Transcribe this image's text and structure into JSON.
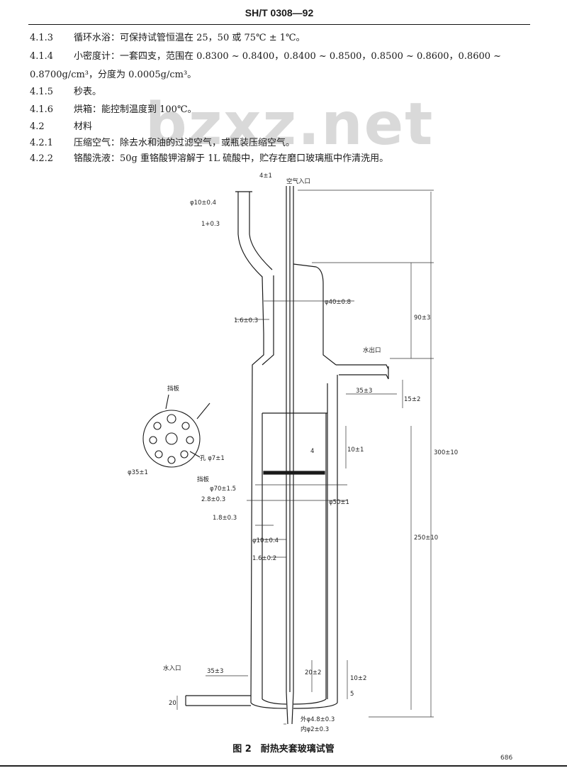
{
  "header": {
    "standard_code": "SH/T 0308—92"
  },
  "watermark": "bzxz.net",
  "paragraphs": [
    {
      "num": "4.1.3",
      "text": "循环水浴：可保持试管恒温在 25，50 或 75℃ ± 1℃。"
    },
    {
      "num": "4.1.4",
      "text": "小密度计：一套四支，范围在 0.8300 ~ 0.8400，0.8400 ~ 0.8500，0.8500 ~ 0.8600，0.8600 ~"
    },
    {
      "num": "",
      "text": "0.8700g/cm³，分度为 0.0005g/cm³。"
    },
    {
      "num": "4.1.5",
      "text": "秒表。"
    },
    {
      "num": "4.1.6",
      "text": "烘箱：能控制温度到 100℃。"
    },
    {
      "num": "4.2",
      "text": "材料"
    },
    {
      "num": "4.2.1",
      "text": "压缩空气：除去水和油的过滤空气，或瓶装压缩空气。"
    },
    {
      "num": "4.2.2",
      "text": "铬酸洗液：50g 重铬酸钾溶解于 1L 硫酸中，贮存在磨口玻璃瓶中作清洗用。"
    }
  ],
  "figure": {
    "labels": {
      "air_inlet": "空气入口",
      "top_width": "4±1",
      "phi10": "φ10±0.4",
      "wall_1": "1+0.3",
      "phi40": "φ40±0.8",
      "wall_16": "1.6±0.3",
      "dim_90": "90±3",
      "water_outlet": "水出口",
      "dim_35a": "35±3",
      "dim_15": "15±2",
      "dim_4": "4",
      "dim_10": "10±1",
      "baffle_word": "挡板",
      "plate_label": "挡板",
      "hole_label": "孔 φ7±1",
      "circle_label": "φ35±1",
      "phi70": "φ70±1.5",
      "phi50": "φ50±1",
      "wall_28": "2.8±0.3",
      "wall_18": "1.8±0.3",
      "phi10b": "φ10±0.4",
      "wall_16b": "1.6±0.2",
      "dim_300": "300±10",
      "dim_250": "250±10",
      "water_inlet": "水入口",
      "dim_35b": "35±3",
      "dim_20": "20±2",
      "dim_10b": "10±2",
      "dim_5": "5",
      "dim_20b": "20",
      "outer_phi": "外φ4.8±0.3",
      "inner_phi": "内φ2±0.3"
    }
  },
  "caption": "图 2　耐热夹套玻璃试管",
  "page_number": "686"
}
